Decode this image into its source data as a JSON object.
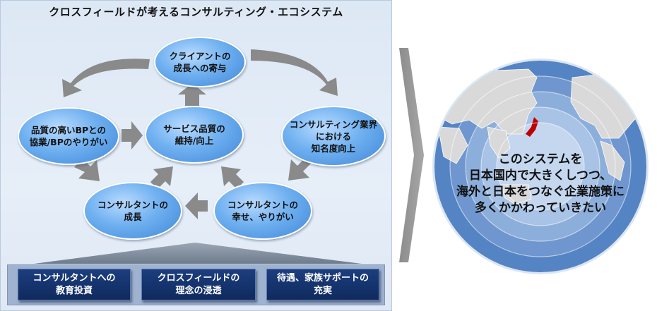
{
  "title": "クロスフィールドが考えるコンサルティング・エコシステム",
  "nodes": {
    "client_growth": "クライアントの\n成長への寄与",
    "bp_collab": "品質の高いBPとの\n協業/BPのやりがい",
    "service_quality": "サービス品質の\n維持/向上",
    "industry_recognition": "コンサルティング業界\nにおける\n知名度向上",
    "consultant_growth": "コンサルタントの\n成長",
    "consultant_happiness": "コンサルタントの\n幸せ、やりがい"
  },
  "foundation": [
    "コンサルタントへの\n教育投資",
    "クロスフィールドの\n理念の浸透",
    "待遇、家族サポートの\n充実"
  ],
  "globe_message": "このシステムを\n日本国内で大きくしつつ、\n海外と日本をつなぐ企業施策に\n多くかかわっていきたい",
  "colors": {
    "ellipse": "#5a9ee6",
    "arrow": "#7f7f7f",
    "foundation_box": "#14336c",
    "globe_ring_outer": "#4f7fc2",
    "globe_ring_inner": "#c2d6ee",
    "japan_highlight": "#c00000"
  }
}
